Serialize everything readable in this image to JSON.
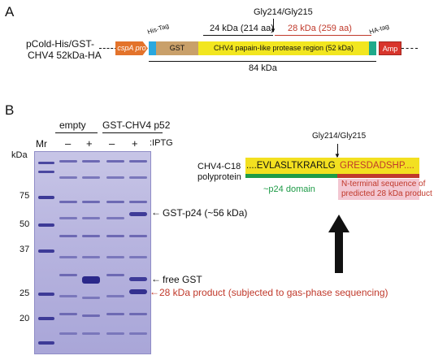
{
  "panel_a": {
    "label": "A",
    "cleavage_site": "Gly214/Gly215",
    "left_size": "24 kDa (214 aa)",
    "right_size": "28 kDa (259 aa)",
    "construct_line1": "pCold-His/GST-",
    "construct_line2": "CHV4 52kDa-HA",
    "segments": {
      "cspa": "cspA pro",
      "gst": "GST",
      "protease": "CHV4 papain-like protease region (52 kDa)",
      "amp": "Amp"
    },
    "his_tag": "His-Tag",
    "ha_tag": "HA-tag",
    "total_size": "84 kDa",
    "colors": {
      "cspa": "#e3732b",
      "his": "#2aa8df",
      "gst": "#c9a06a",
      "protease": "#f2e61f",
      "ha": "#1fa98a",
      "amp": "#d8352c"
    }
  },
  "panel_b": {
    "label": "B",
    "header_empty": "empty",
    "header_gst": "GST-CHV4 p52",
    "marker_label": "Mr",
    "lane_signs": [
      "–",
      "+",
      "–",
      "+"
    ],
    "iptg_label": ":IPTG",
    "kda_label": "kDa",
    "markers": [
      "75",
      "50",
      "37",
      "25",
      "20"
    ],
    "annotation_p24": "GST-p24 (~56 kDa)",
    "annotation_free_gst": "free GST",
    "annotation_28kda": "28 kDa product (subjected to gas-phase sequencing)",
    "arrow_color": "#c0392b"
  },
  "sequence": {
    "site": "Gly214/Gly215",
    "polyprotein_line1": "CHV4-C18",
    "polyprotein_line2": "polyprotein",
    "left_seq": "....EVLASLTKRARLG",
    "right_seq": "GRESDADSHP....",
    "domain_label": "~p24 domain",
    "nterm_line1": "N-terminal sequence of",
    "nterm_line2": "predicted 28 kDa product",
    "colors": {
      "left": "#1e9b47",
      "right": "#c0392b",
      "box": "#f3e020",
      "highlight": "#f3c7d2"
    }
  }
}
